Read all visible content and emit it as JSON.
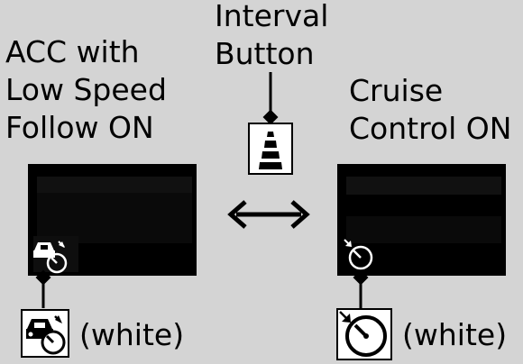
{
  "left_label": {
    "line1": "ACC with",
    "line2": "Low Speed",
    "line3": "Follow ON"
  },
  "center_label": {
    "line1": "Interval",
    "line2": "Button"
  },
  "right_label": {
    "line1": "Cruise",
    "line2": "Control ON"
  },
  "left_legend": {
    "icon": "acc-low-speed-follow-icon",
    "text": "(white)"
  },
  "right_legend": {
    "icon": "cruise-control-icon",
    "text": "(white)"
  },
  "center_icon": "interval-distance-icon",
  "arrow": "double-arrow-icon",
  "colors": {
    "background": "#d4d4d4",
    "screen": "#000000",
    "icon_fill": "#ffffff"
  }
}
